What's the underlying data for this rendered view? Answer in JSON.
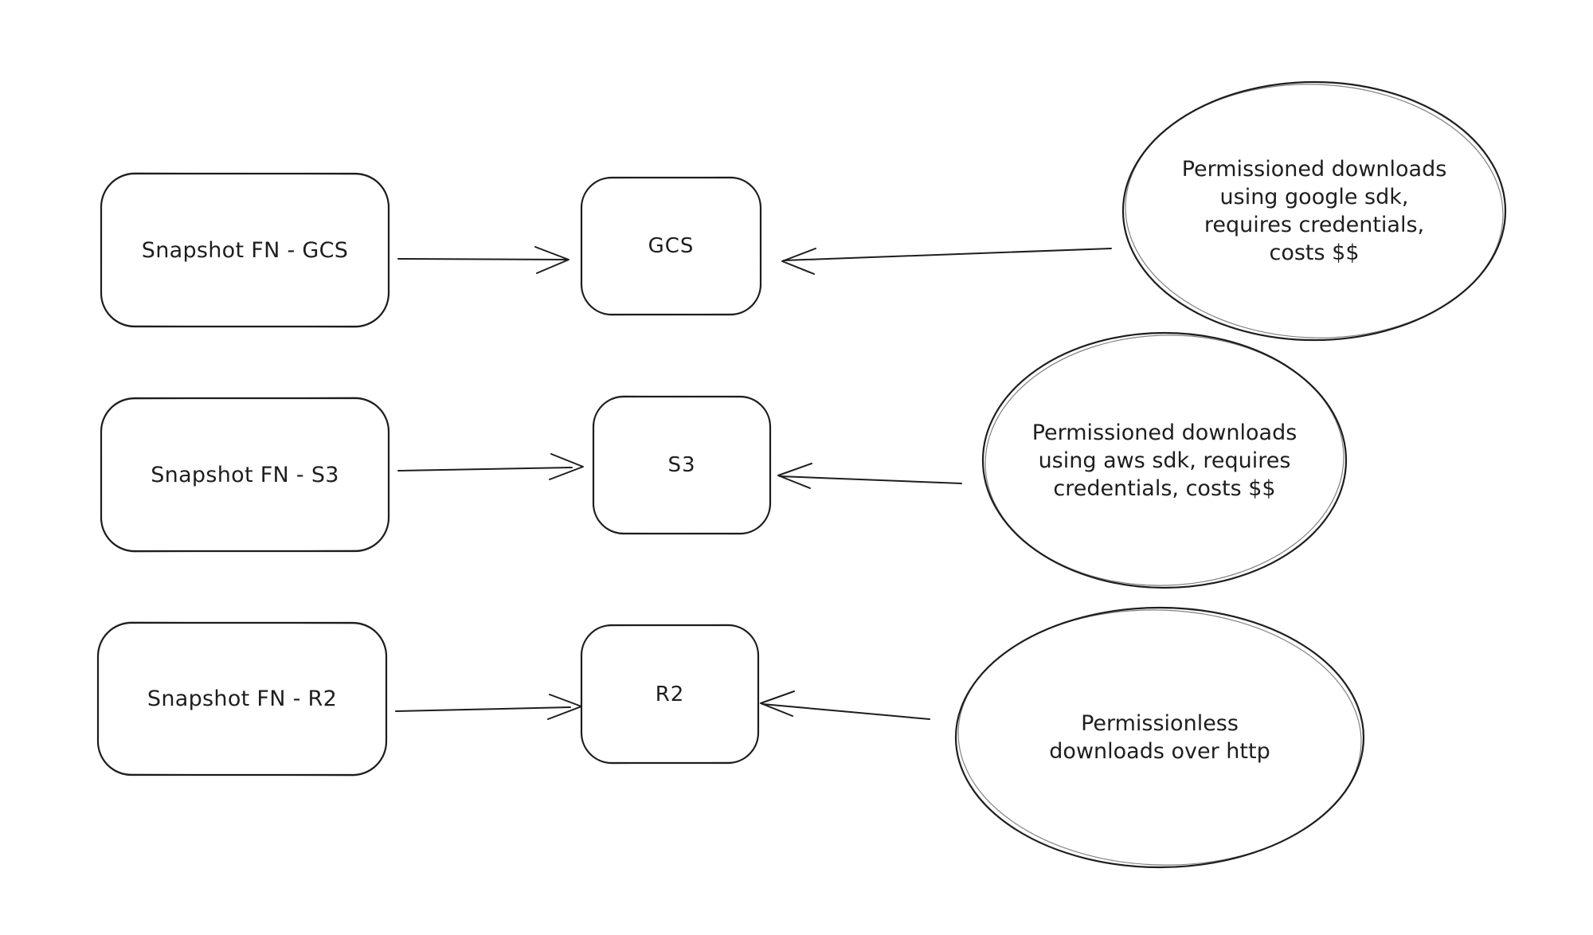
{
  "theme": {
    "css_vars": {
      "--ink": "#1e1e1e",
      "--bg": "#ffffff"
    }
  },
  "diagram": {
    "rows": [
      {
        "source_label": "Snapshot FN - GCS",
        "target_label": "GCS",
        "note_lines": [
          "Permissioned downloads",
          "using google sdk,",
          "requires credentials,",
          "costs $$"
        ]
      },
      {
        "source_label": "Snapshot FN - S3",
        "target_label": "S3",
        "note_lines": [
          "Permissioned downloads",
          "using aws sdk, requires",
          "credentials, costs $$"
        ]
      },
      {
        "source_label": "Snapshot FN - R2",
        "target_label": "R2",
        "note_lines": [
          "Permissionless",
          "downloads over http"
        ]
      }
    ]
  }
}
